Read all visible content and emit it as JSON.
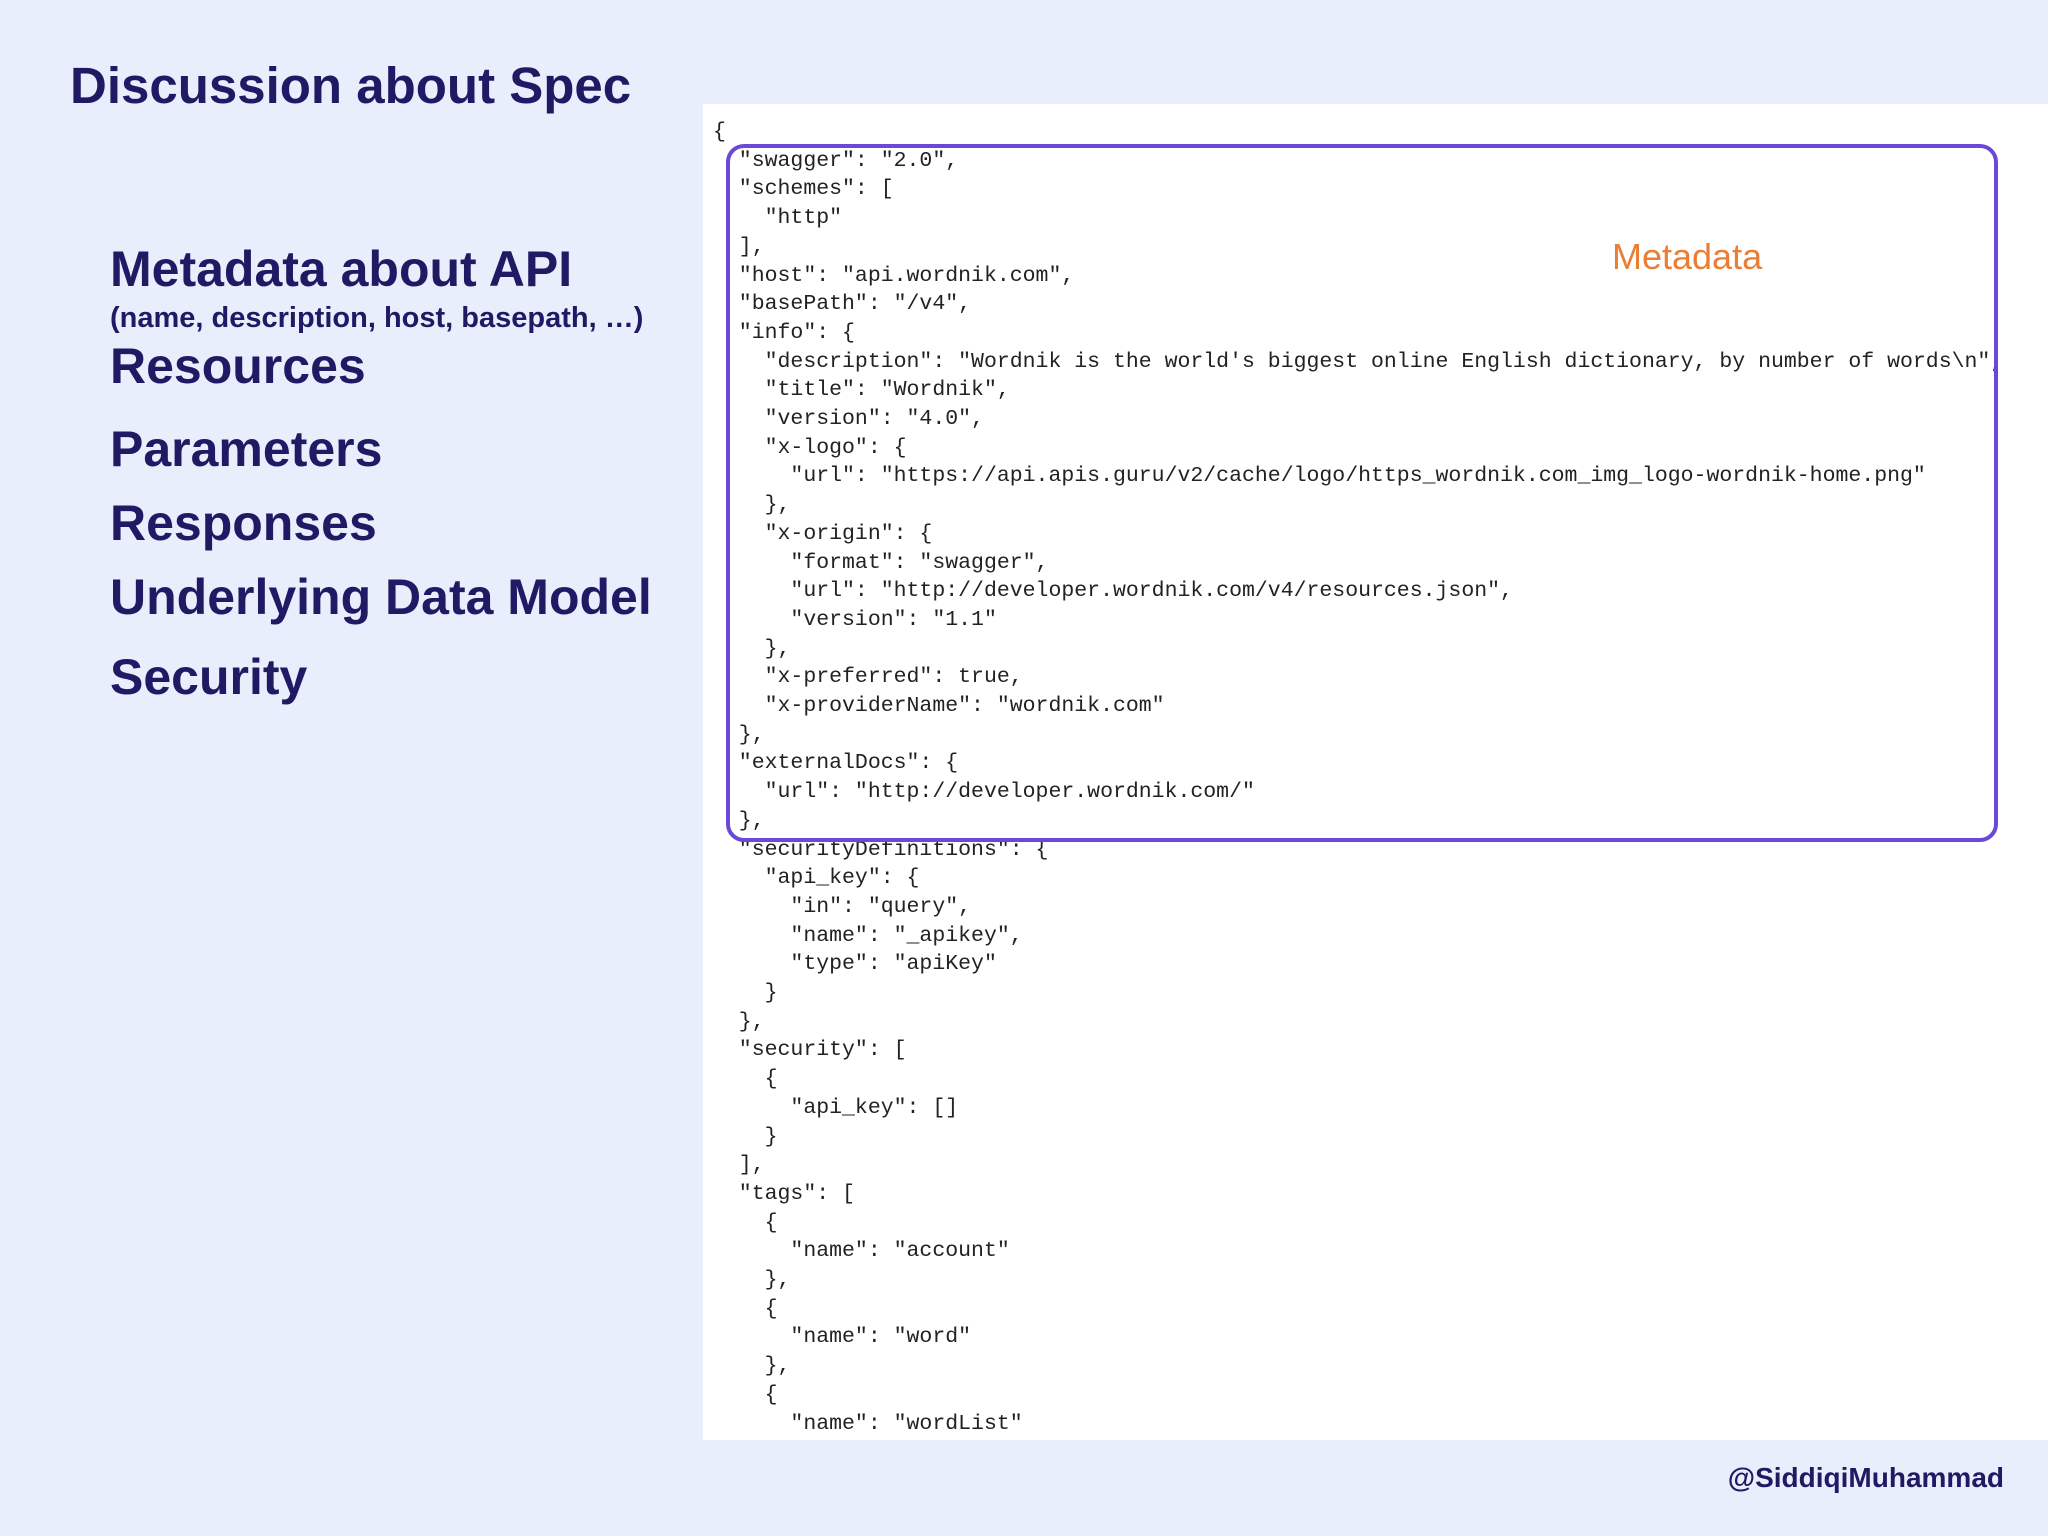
{
  "slide": {
    "title": "Discussion about Spec",
    "footer_handle": "@SiddiqiMuhammad"
  },
  "topics": [
    {
      "label": "Metadata about API"
    },
    {
      "label": "(name, description, host, basepath, …)"
    },
    {
      "label": "Resources"
    },
    {
      "label": "Parameters"
    },
    {
      "label": "Responses"
    },
    {
      "label": "Underlying Data Model"
    },
    {
      "label": "Security"
    }
  ],
  "code_panel": {
    "highlight_label": "Metadata",
    "lines": [
      "{",
      "  \"swagger\": \"2.0\",",
      "  \"schemes\": [",
      "    \"http\"",
      "  ],",
      "  \"host\": \"api.wordnik.com\",",
      "  \"basePath\": \"/v4\",",
      "  \"info\": {",
      "    \"description\": \"Wordnik is the world's biggest online English dictionary, by number of words\\n\",",
      "    \"title\": \"Wordnik\",",
      "    \"version\": \"4.0\",",
      "    \"x-logo\": {",
      "      \"url\": \"https://api.apis.guru/v2/cache/logo/https_wordnik.com_img_logo-wordnik-home.png\"",
      "    },",
      "    \"x-origin\": {",
      "      \"format\": \"swagger\",",
      "      \"url\": \"http://developer.wordnik.com/v4/resources.json\",",
      "      \"version\": \"1.1\"",
      "    },",
      "    \"x-preferred\": true,",
      "    \"x-providerName\": \"wordnik.com\"",
      "  },",
      "  \"externalDocs\": {",
      "    \"url\": \"http://developer.wordnik.com/\"",
      "  },",
      "  \"securityDefinitions\": {",
      "    \"api_key\": {",
      "      \"in\": \"query\",",
      "      \"name\": \"_apikey\",",
      "      \"type\": \"apiKey\"",
      "    }",
      "  },",
      "  \"security\": [",
      "    {",
      "      \"api_key\": []",
      "    }",
      "  ],",
      "  \"tags\": [",
      "    {",
      "      \"name\": \"account\"",
      "    },",
      "    {",
      "      \"name\": \"word\"",
      "    },",
      "    {",
      "      \"name\": \"wordList\""
    ]
  }
}
